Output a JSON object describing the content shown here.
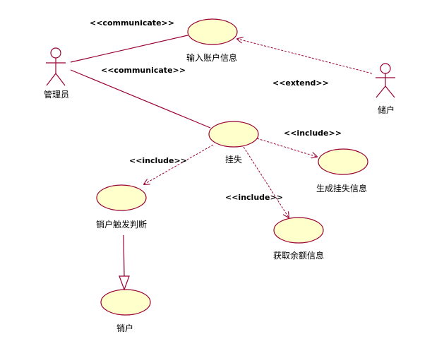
{
  "colors": {
    "line": "#990033",
    "usecase_fill": "#ffffcc",
    "text": "#000000",
    "background": "#ffffff"
  },
  "actors": {
    "admin": {
      "label": "管理员"
    },
    "depositor": {
      "label": "储户"
    }
  },
  "usecases": {
    "input_account": {
      "label": "输入账户信息"
    },
    "report_loss": {
      "label": "挂失"
    },
    "generate_loss_info": {
      "label": "生成挂失信息"
    },
    "get_balance_info": {
      "label": "获取余额信息"
    },
    "cancel_trigger": {
      "label": "销户触发判断"
    },
    "cancel_account": {
      "label": "销户"
    }
  },
  "stereotypes": {
    "communicate_1": "<<communicate>>",
    "communicate_2": "<<communicate>>",
    "extend": "<<extend>>",
    "include_generate": "<<include>>",
    "include_trigger": "<<include>>",
    "include_balance": "<<include>>"
  }
}
